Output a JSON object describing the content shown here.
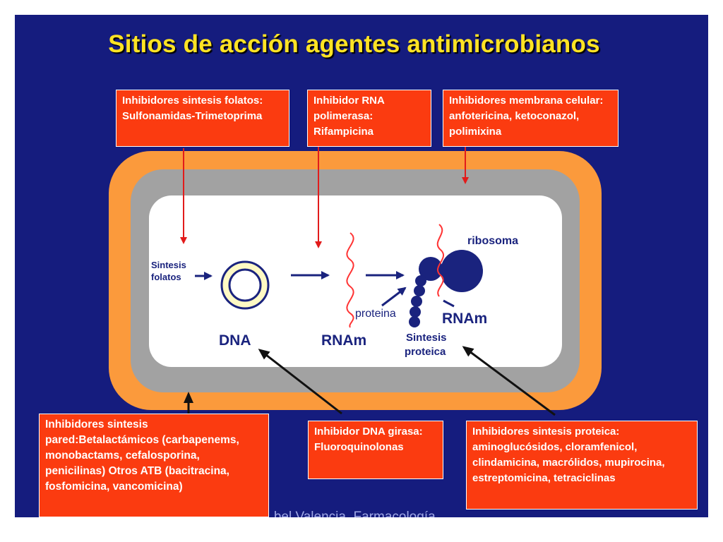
{
  "title": "Sitios de acción agentes antimicrobianos",
  "boxes": {
    "folatos": "Inhibidores sintesis folatos: Sulfonamidas-Trimetoprima",
    "rna_polimerasa": "Inhibidor RNA polimerasa: Rifampicina",
    "membrana": "Inhibidores membrana celular: anfotericina, ketoconazol, polimixina",
    "pared": "Inhibidores sintesis pared:Betalactámicos (carbapenems, monobactams, cefalosporina, penicilinas) Otros ATB (bacitracina, fosfomicina, vancomicina)",
    "dna_girasa": "Inhibidor DNA girasa: Fluoroquinolonas",
    "sintesis_proteica": "Inhibidores sintesis proteica: aminoglucósidos, cloramfenicol, clindamicina, macrólidos, mupirocina, estreptomicina, tetraciclinas"
  },
  "labels": {
    "sintesis_folatos_1": "Sintesis",
    "sintesis_folatos_2": "folatos",
    "dna": "DNA",
    "rnam": "RNAm",
    "ribosoma": "ribosoma",
    "proteina": "proteina",
    "rnam_ribosome": "RNAm",
    "sintesis_proteica_1": "Sintesis",
    "sintesis_proteica_2": "proteica"
  },
  "footer": "...bel Valencia. Farmacología"
}
